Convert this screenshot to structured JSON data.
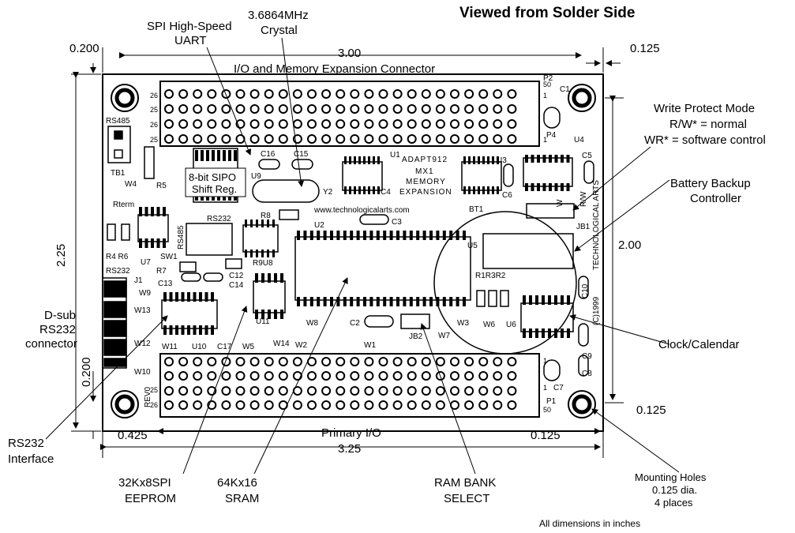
{
  "title": "Viewed from  Solder Side",
  "footnote": "All dimensions in inches",
  "dimensions": {
    "top_margin": "0.200",
    "width_inner": "3.00",
    "right_margin_top": "0.125",
    "height_outer": "2.25",
    "height_inner": "2.00",
    "right_margin_bottom": "0.125",
    "left_margin_bottom": "0.200",
    "left_offset": "0.425",
    "right_offset": "0.125",
    "width_outer": "3.25"
  },
  "callouts": {
    "spi_uart": [
      "SPI High-Speed",
      "UART"
    ],
    "crystal": [
      "3.6864MHz",
      "Crystal"
    ],
    "expansion": "I/O and Memory Expansion Connector",
    "write_protect": [
      "Write Protect Mode",
      "R/W* = normal",
      "WR* = software control"
    ],
    "battery": [
      "Battery Backup",
      "Controller"
    ],
    "dsub": [
      "D-sub",
      "RS232",
      "connector"
    ],
    "clock": "Clock/Calendar",
    "rs232_if": [
      "RS232",
      "Interface"
    ],
    "eeprom": [
      "32Kx8SPI",
      "EEPROM"
    ],
    "sram": [
      "64Kx16",
      "SRAM"
    ],
    "ram_bank": [
      "RAM BANK",
      "SELECT"
    ],
    "primary_io": "Primary I/O",
    "mounting": [
      "Mounting Holes",
      "0.125 dia.",
      "4 places"
    ]
  },
  "silk": {
    "rs485_top": "RS485",
    "tb1": "TB1",
    "w4": "W4",
    "rterm": "Rterm",
    "r5": "R5",
    "sipo": [
      "8-bit SIPO",
      "Shift Reg."
    ],
    "u9": "U9",
    "c16": "C16",
    "c15": "C15",
    "u1": "U1",
    "y2": "Y2",
    "c4": "C4",
    "adapt": [
      "ADAPT912",
      "MX1",
      "MEMORY",
      "EXPANSION"
    ],
    "u3": "U3",
    "u4": "U4",
    "c5": "C5",
    "c6": "C6",
    "w": "W",
    "rw": "R/W",
    "jb1": "JB1",
    "c1": "C1",
    "p2": "P2",
    "p4": "P4",
    "www": "www.technologicalarts.com",
    "rs232": "RS232",
    "r8": "R8",
    "u2": "U2",
    "c3": "C3",
    "bt1": "BT1",
    "r4r6": "R4 R6",
    "u7": "U7",
    "rs485_side": "RS485",
    "sw1": "SW1",
    "r9u8": "R9U8",
    "r7": "R7",
    "c12": "C12",
    "c14": "C14",
    "rs232_j1": "RS232",
    "j1": "J1",
    "c13": "C13",
    "w9": "W9",
    "w13": "W13",
    "w12": "W12",
    "w10": "W10",
    "w11": "W11",
    "u10": "U10",
    "c17": "C17",
    "w5": "W5",
    "u11": "U11",
    "w14": "W14",
    "w8": "W8",
    "w2": "W2",
    "w1": "W1",
    "c2": "C2",
    "jb2": "JB2",
    "w7": "W7",
    "w3": "W3",
    "w6": "W6",
    "u6": "U6",
    "u5": "U5",
    "r1r3r2": "R1R3R2",
    "c10": "C10",
    "c9": "C9",
    "c8": "C8",
    "c7": "C7",
    "p1": "P1",
    "tech": "TECHNOLOGICAL ARTS",
    "copy": "(C)1999",
    "rev0": "REV0",
    "pin26": "26",
    "pin25": "25",
    "pin50": "50",
    "pin1": "1"
  }
}
